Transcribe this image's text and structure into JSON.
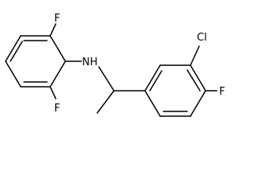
{
  "molecule": {
    "atom_labels": {
      "f_top": "F",
      "f_bottom": "F",
      "nh": "NH",
      "cl": "Cl",
      "f_right": "F"
    }
  },
  "colors": {
    "bond": "#000000",
    "label": "#000000",
    "background": "#ffffff"
  }
}
